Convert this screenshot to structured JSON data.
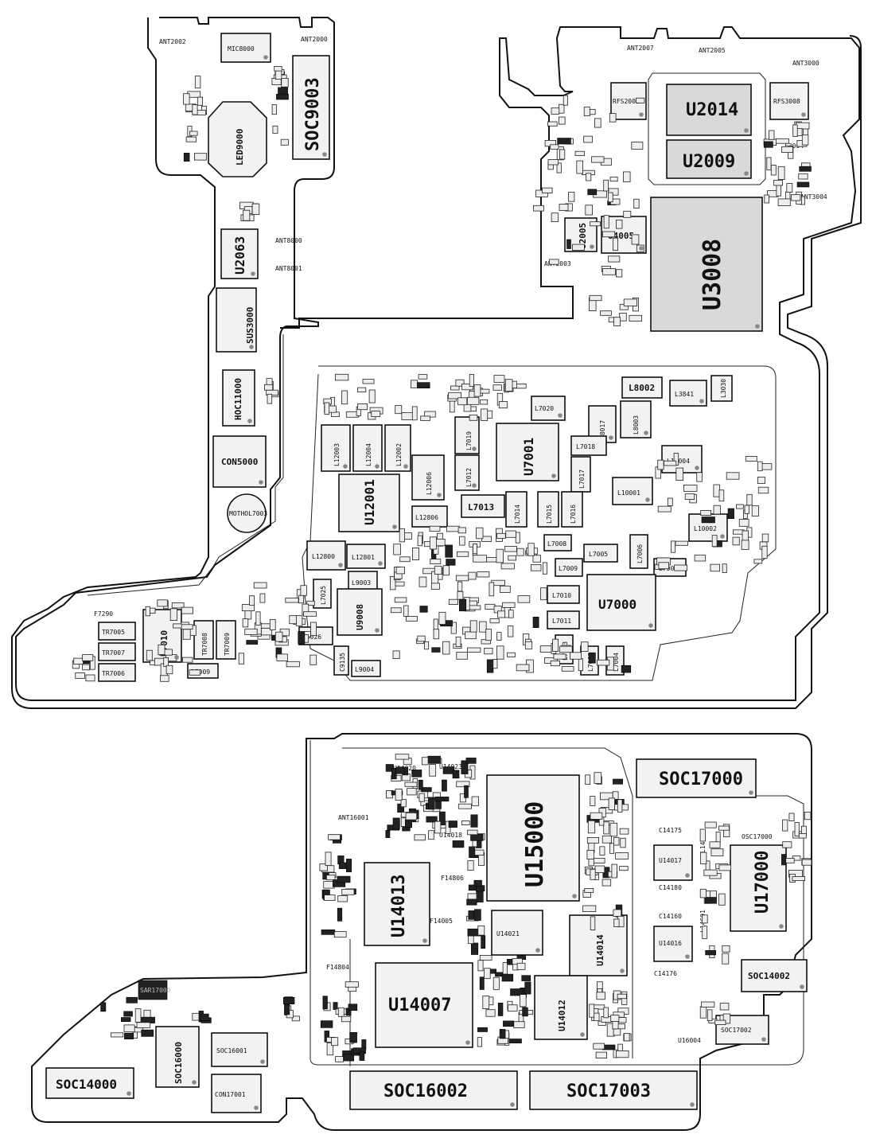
{
  "components": {
    "ANT2002": "ANT2002",
    "ANT2000": "ANT2000",
    "MIC8000": "MIC8000",
    "SOC9003": "SOC9003",
    "LED9000": "LED9000",
    "U2063": "U2063",
    "ANT8000": "ANT8000",
    "ANT8001": "ANT8001",
    "SUS3000": "SUS3000",
    "HOC11000": "HOC11000",
    "CON5000": "CON5000",
    "MOTHOL7003": "MOTHOL7003",
    "ANT2007": "ANT2007",
    "ANT2005": "ANT2005",
    "ANT3000": "ANT3000",
    "RFS2001": "RFS2001",
    "U2014": "U2014",
    "RFS3008": "RFS3008",
    "U2009": "U2009",
    "F3004": "F3004",
    "ANT3004": "ANT3004",
    "U2005": "U2005",
    "U4005": "U4005",
    "ANT2003": "ANT2003",
    "U3008": "U3008",
    "L8002": "L8002",
    "L3841": "L3841",
    "L3030": "L3030",
    "L7020": "L7020",
    "C8017": "C8017",
    "L8003": "L8003",
    "L12003": "L12003",
    "L12004": "L12004",
    "L12002": "L12002",
    "L7019": "L7019",
    "L7012": "L7012",
    "U7001": "U7001",
    "L7018": "L7018",
    "L7017": "L7017",
    "L10004": "L10004",
    "L10001": "L10001",
    "L12006": "L12006",
    "U12001": "U12001",
    "L7013": "L7013",
    "L7014": "L7014",
    "L7015": "L7015",
    "L7016": "L7016",
    "L12806": "L12806",
    "L10002": "L10002",
    "L7008": "L7008",
    "L7005": "L7005",
    "L7006": "L7006",
    "L7009": "L7009",
    "L7007": "L7007",
    "L12800": "L12800",
    "L12801": "L12801",
    "L9003": "L9003",
    "L7025": "L7025",
    "U9008": "U9008",
    "L7010": "L7010",
    "U7000": "U7000",
    "L7011": "L7011",
    "L7003": "L7003",
    "L7063": "L7063",
    "L7004": "L7004",
    "TR7005": "TR7005",
    "TR7007": "TR7007",
    "TR7006": "TR7006",
    "U7010": "U7010",
    "TR7008": "TR7008",
    "TR7009": "TR7009",
    "R7009": "R7009",
    "L9026": "L9026",
    "L9004": "L9004",
    "F7290": "F7290",
    "C9135": "C9135",
    "SOC17000": "SOC17000",
    "U15000": "U15000",
    "U14013": "U14013",
    "U14017": "U14017",
    "U14016": "U14016",
    "U17000": "U17000",
    "U14021": "U14021",
    "U14014": "U14014",
    "U14007": "U14007",
    "U14012": "U14012",
    "SOC14002": "SOC14002",
    "SOC17002": "SOC17002",
    "U16004": "U16004",
    "SOC16000": "SOC16000",
    "SOC16001": "SOC16001",
    "SOC14000": "SOC14000",
    "CON17001": "CON17001",
    "SOC16002": "SOC16002",
    "SOC17003": "SOC17003",
    "F14806": "F14806",
    "F14005": "F14005",
    "F14804": "F14804",
    "ANT16001": "ANT16001",
    "L14086": "L14086",
    "L14691": "L14691",
    "C14175": "C14175",
    "C14180": "C14180",
    "C14160": "C14160",
    "C14176": "C14176",
    "OSC17000": "OSC17000",
    "U14023": "U14023",
    "U14020": "U14020",
    "U14018": "U14018",
    "SAR17000": "SAR17000"
  }
}
